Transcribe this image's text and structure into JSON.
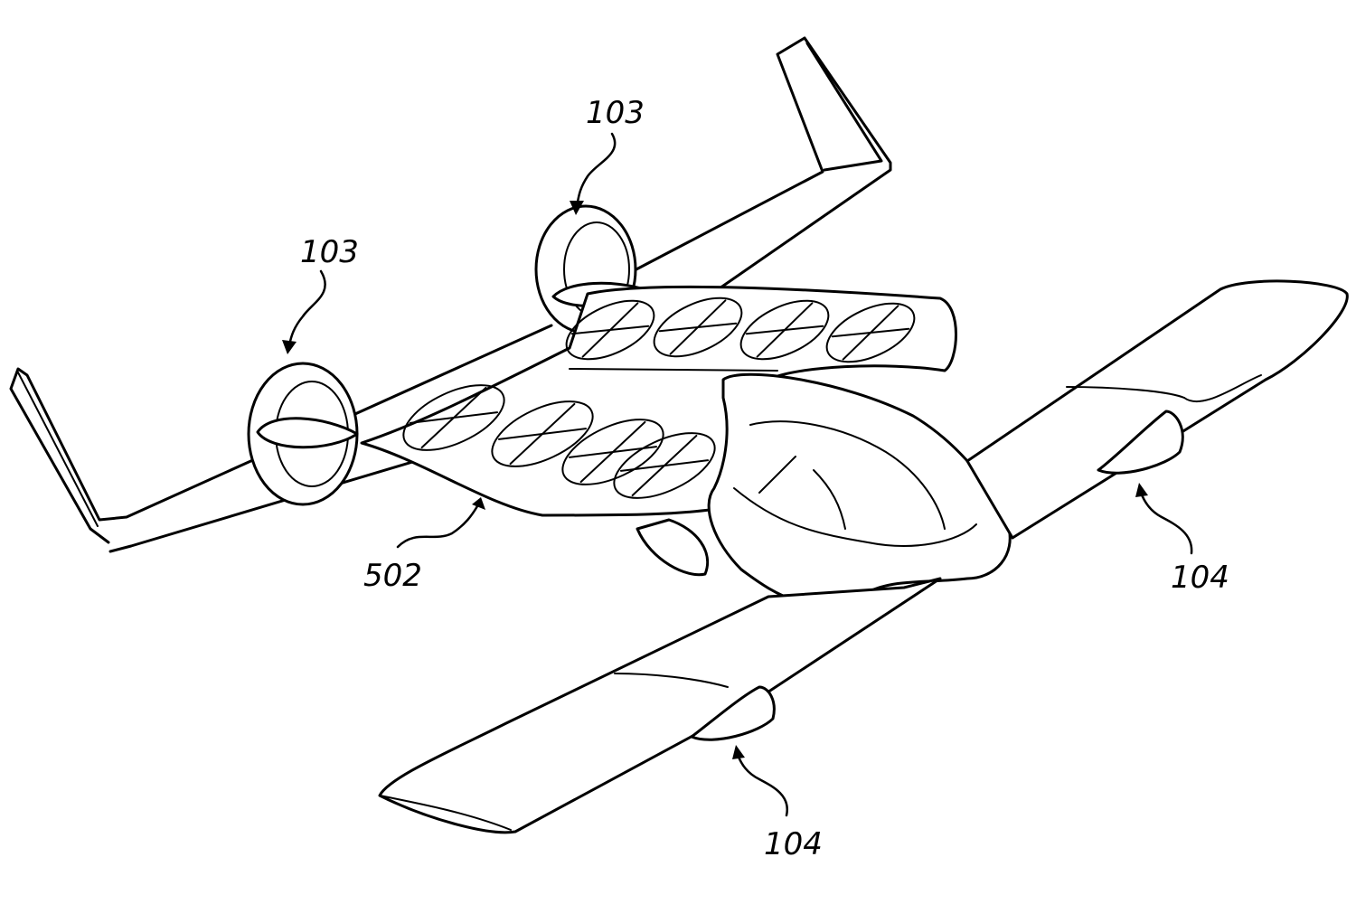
{
  "labels": {
    "engine_top": "103",
    "engine_left": "103",
    "lift_array": "502",
    "wing_rotor_right": "104",
    "wing_rotor_bottom": "104"
  },
  "colors": {
    "line": "#000000",
    "background": "#ffffff"
  }
}
